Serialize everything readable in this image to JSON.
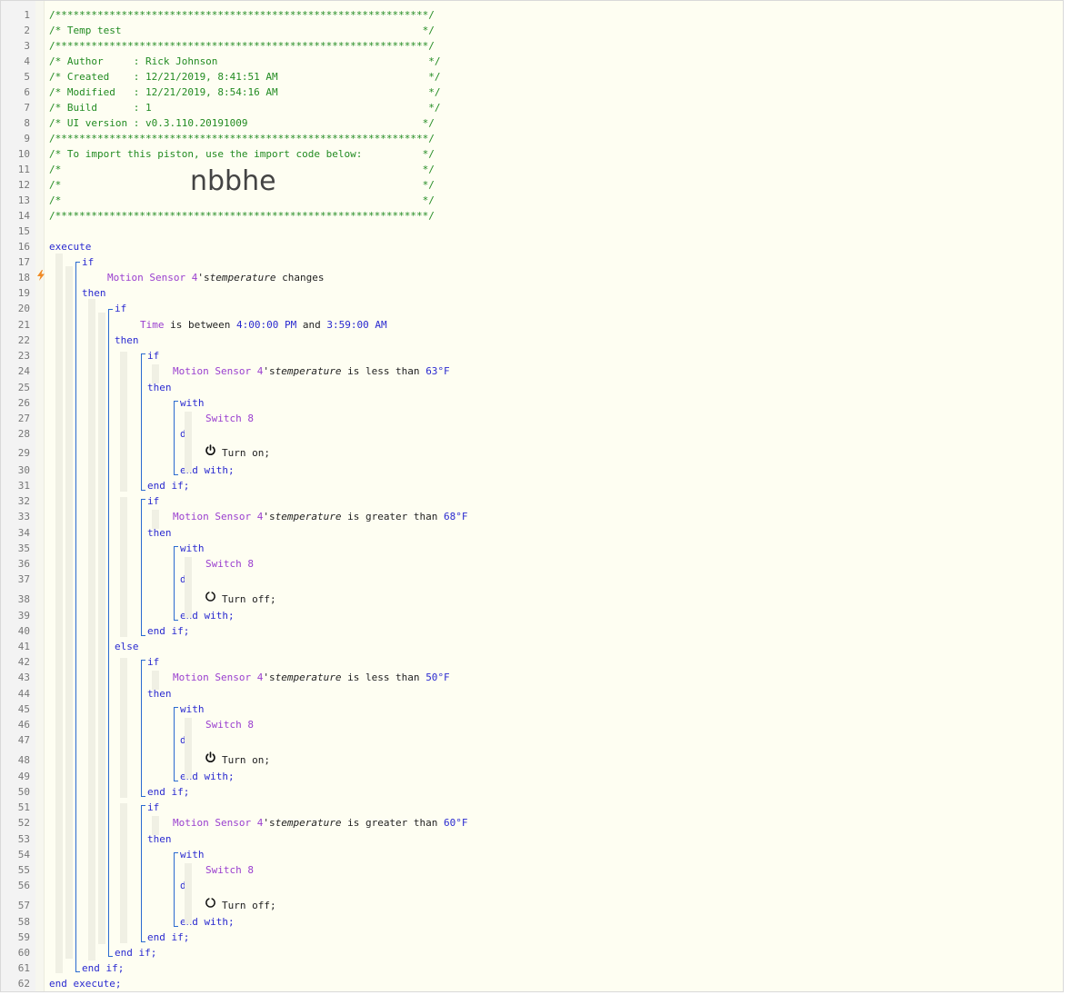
{
  "header": {
    "line1": "/**************************************************************/",
    "line2": "/* Temp test                                                  */",
    "line3": "/**************************************************************/",
    "line4": "/* Author     : Rick Johnson                                   */",
    "line5": "/* Created    : 12/21/2019, 8:41:51 AM                         */",
    "line6": "/* Modified   : 12/21/2019, 8:54:16 AM                         */",
    "line7": "/* Build      : 1                                              */",
    "line8": "/* UI version : v0.3.110.20191009                             */",
    "line9": "/**************************************************************/",
    "line10": "/* To import this piston, use the import code below:          */",
    "line11": "/*                                                            */",
    "line12": "/*                                                            */",
    "line13": "/*                                                            */",
    "line14": "/**************************************************************/",
    "import_code": "nbbhe"
  },
  "tokens": {
    "execute": "execute",
    "if": "if",
    "then": "then",
    "else": "else",
    "with": "with",
    "do": "do",
    "end_if": "end if;",
    "end_with": "end with;",
    "end_execute": "end execute;",
    "device_sensor": "Motion Sensor 4",
    "possessive": "'s",
    "attr_temperature": "temperature",
    "changes": "changes",
    "time": "Time",
    "is_between": "is between",
    "and": "and",
    "time_start": "4:00:00 PM",
    "time_end": "3:59:00 AM",
    "is_less_than": "is less than",
    "is_greater_than": "is greater than",
    "v63": "63",
    "v68": "68",
    "v50": "50",
    "v60": "60",
    "unit": "°F",
    "switch": "Switch 8",
    "turn_on": "Turn on;",
    "turn_off": "Turn off;"
  },
  "line_numbers": [
    "1",
    "2",
    "3",
    "4",
    "5",
    "6",
    "7",
    "8",
    "9",
    "10",
    "11",
    "12",
    "13",
    "14",
    "15",
    "16",
    "17",
    "18",
    "19",
    "20",
    "21",
    "22",
    "23",
    "24",
    "25",
    "26",
    "27",
    "28",
    "29",
    "30",
    "31",
    "32",
    "33",
    "34",
    "35",
    "36",
    "37",
    "38",
    "39",
    "40",
    "41",
    "42",
    "43",
    "44",
    "45",
    "46",
    "47",
    "48",
    "49",
    "50",
    "51",
    "52",
    "53",
    "54",
    "55",
    "56",
    "57",
    "58",
    "59",
    "60",
    "61",
    "62"
  ],
  "icons": {
    "trigger": "lightning-bolt-icon",
    "on": "power-on-icon",
    "off": "power-off-icon"
  },
  "colors": {
    "comment": "#228b22",
    "keyword": "#2a2ad0",
    "device": "#9a3fcf",
    "trigger_bolt": "#f08a24",
    "editor_bg": "#fefef2"
  }
}
